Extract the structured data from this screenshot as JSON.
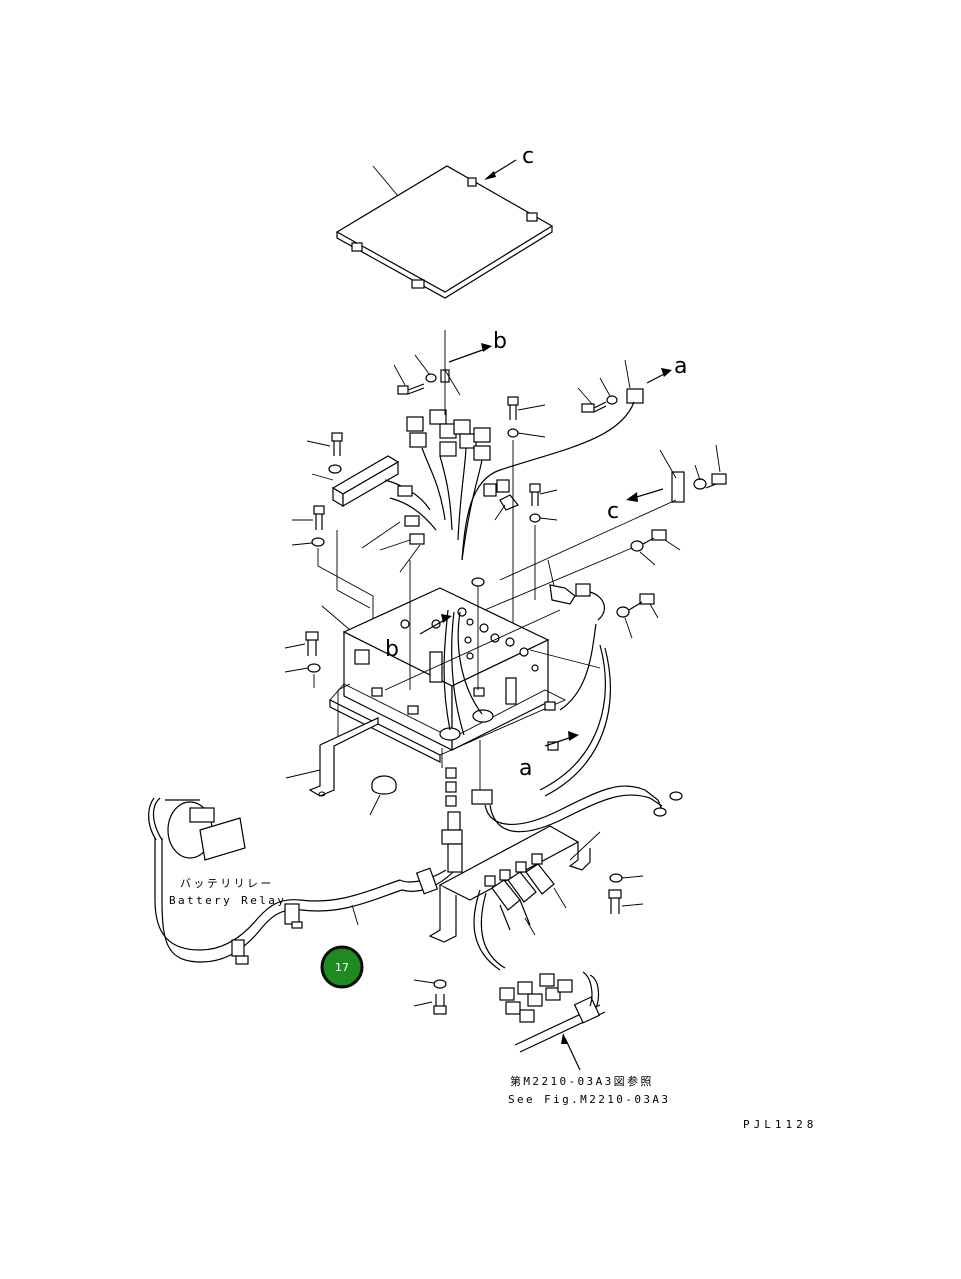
{
  "view_labels": {
    "c_top": "c",
    "b_top": "b",
    "a_top": "a",
    "c_right": "c",
    "b_left": "b",
    "a_bottom": "a"
  },
  "notes": {
    "battery_relay_jp": "バッテリリレー",
    "battery_relay_en": "Battery Relay",
    "see_fig_jp": "第M2210-03A3図参照",
    "see_fig_en": "See Fig.M2210-03A3"
  },
  "drawing_code": "PJL1128",
  "callout": {
    "number": "17",
    "color": "#1f8a1f"
  }
}
